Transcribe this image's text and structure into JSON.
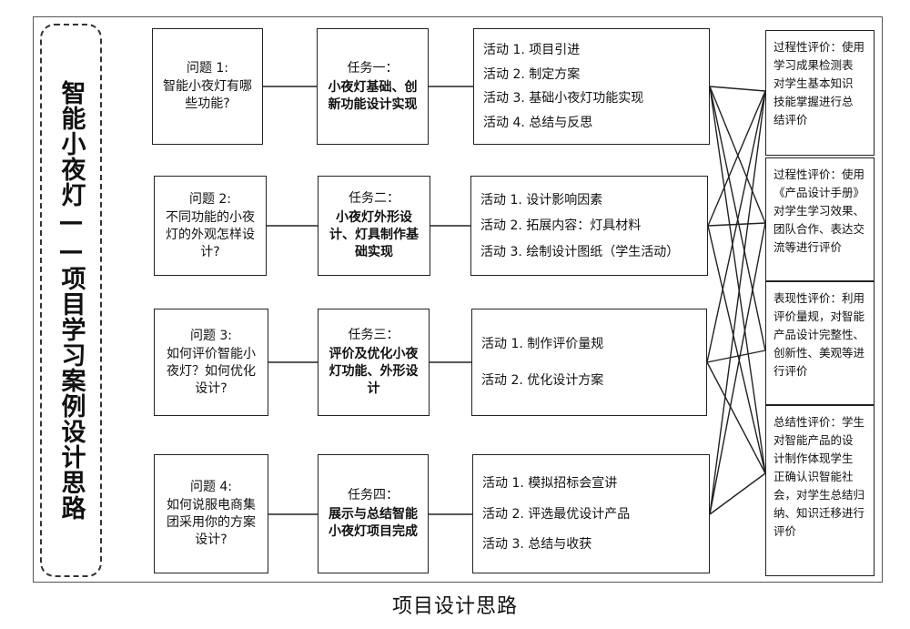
{
  "side_title": "智能小夜灯——项目学习案例设计思路",
  "caption": "项目设计思路",
  "questions": [
    {
      "head": "问题 1:",
      "body": "智能小夜灯有哪\n些功能?"
    },
    {
      "head": "问题 2:",
      "body": "不同功能的小夜\n灯的外观怎样设\n计?"
    },
    {
      "head": "问题 3:",
      "body": "如何评价智能小\n夜灯？如何优化\n设计?"
    },
    {
      "head": "问题 4:",
      "body": "如何说服电商集\n团采用你的方案\n设计?"
    }
  ],
  "tasks": [
    {
      "head": "任务一：",
      "body": "小夜灯基础、创\n新功能设计实现"
    },
    {
      "head": "任务二：",
      "body": "小夜灯外形设\n计、灯具制作基\n础实现"
    },
    {
      "head": "任务三：",
      "body": "评价及优化小夜\n灯功能、外形设\n计"
    },
    {
      "head": "任务四：",
      "body": "展示与总结智能\n小夜灯项目完成"
    }
  ],
  "activities": [
    [
      "活动 1. 项目引进",
      "活动 2. 制定方案",
      "活动 3. 基础小夜灯功能实现",
      "活动 4. 总结与反思"
    ],
    [
      "活动 1. 设计影响因素",
      "活动 2. 拓展内容：灯具材料",
      "活动 3. 绘制设计图纸（学生活动）"
    ],
    [
      "活动 1. 制作评价量规",
      "活动 2. 优化设计方案"
    ],
    [
      "活动 1. 模拟招标会宣讲",
      "活动 2. 评选最优设计产品",
      "活动 3. 总结与收获"
    ]
  ],
  "evaluations": [
    "过程性评价：使用\n学习成果检测表\n对学生基本知识\n技能掌握进行总\n结评价",
    "过程性评价：使用\n《产品设计手册》\n对学生学习效果、\n团队合作、表达交\n流等进行评价",
    "表现性评价：利用\n评价量规，对智能\n产品设计完整性、\n创新性、美观等进\n行评价",
    "总结性评价：学生\n对智能产品的设\n计制作体现学生\n正确认识智能社\n会，对学生总结归\n纳、知识迁移进行\n评价"
  ]
}
